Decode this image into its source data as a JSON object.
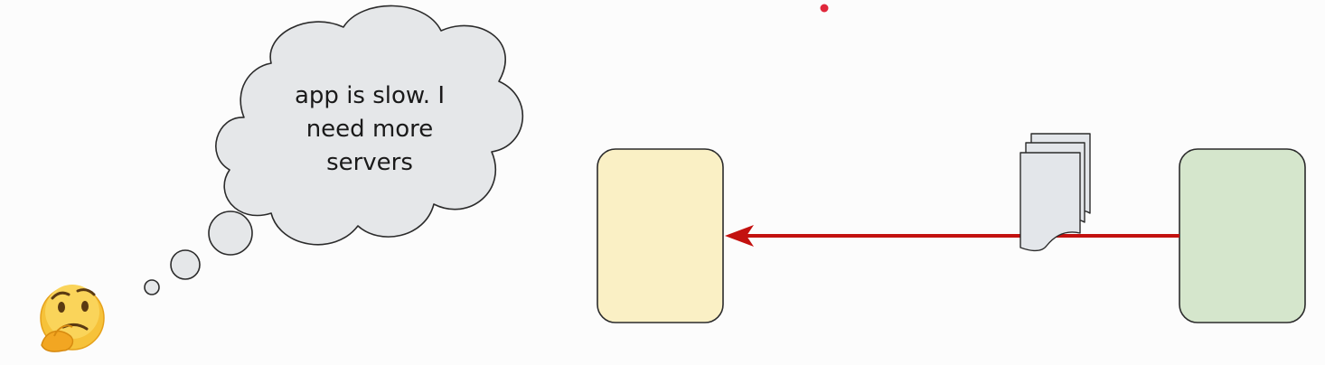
{
  "thought": {
    "text": "app is slow. I need more servers"
  },
  "emoji": {
    "icon": "thinking-face-icon",
    "char": "🤔"
  },
  "colors": {
    "background": "#fcfcfc",
    "cloud_fill": "#e5e7e9",
    "outline": "#2b2b2b",
    "client_fill": "#faf0c5",
    "server_fill": "#d5e6cc",
    "document_fill": "#e3e6ea",
    "arrow": "#c3110f",
    "pointer_dot": "#e0273b"
  },
  "diagram": {
    "client_box": "yellow-rounded-box",
    "server_box": "green-rounded-box",
    "connection": "server-to-client-arrow",
    "payload": "document-stack-icon"
  }
}
